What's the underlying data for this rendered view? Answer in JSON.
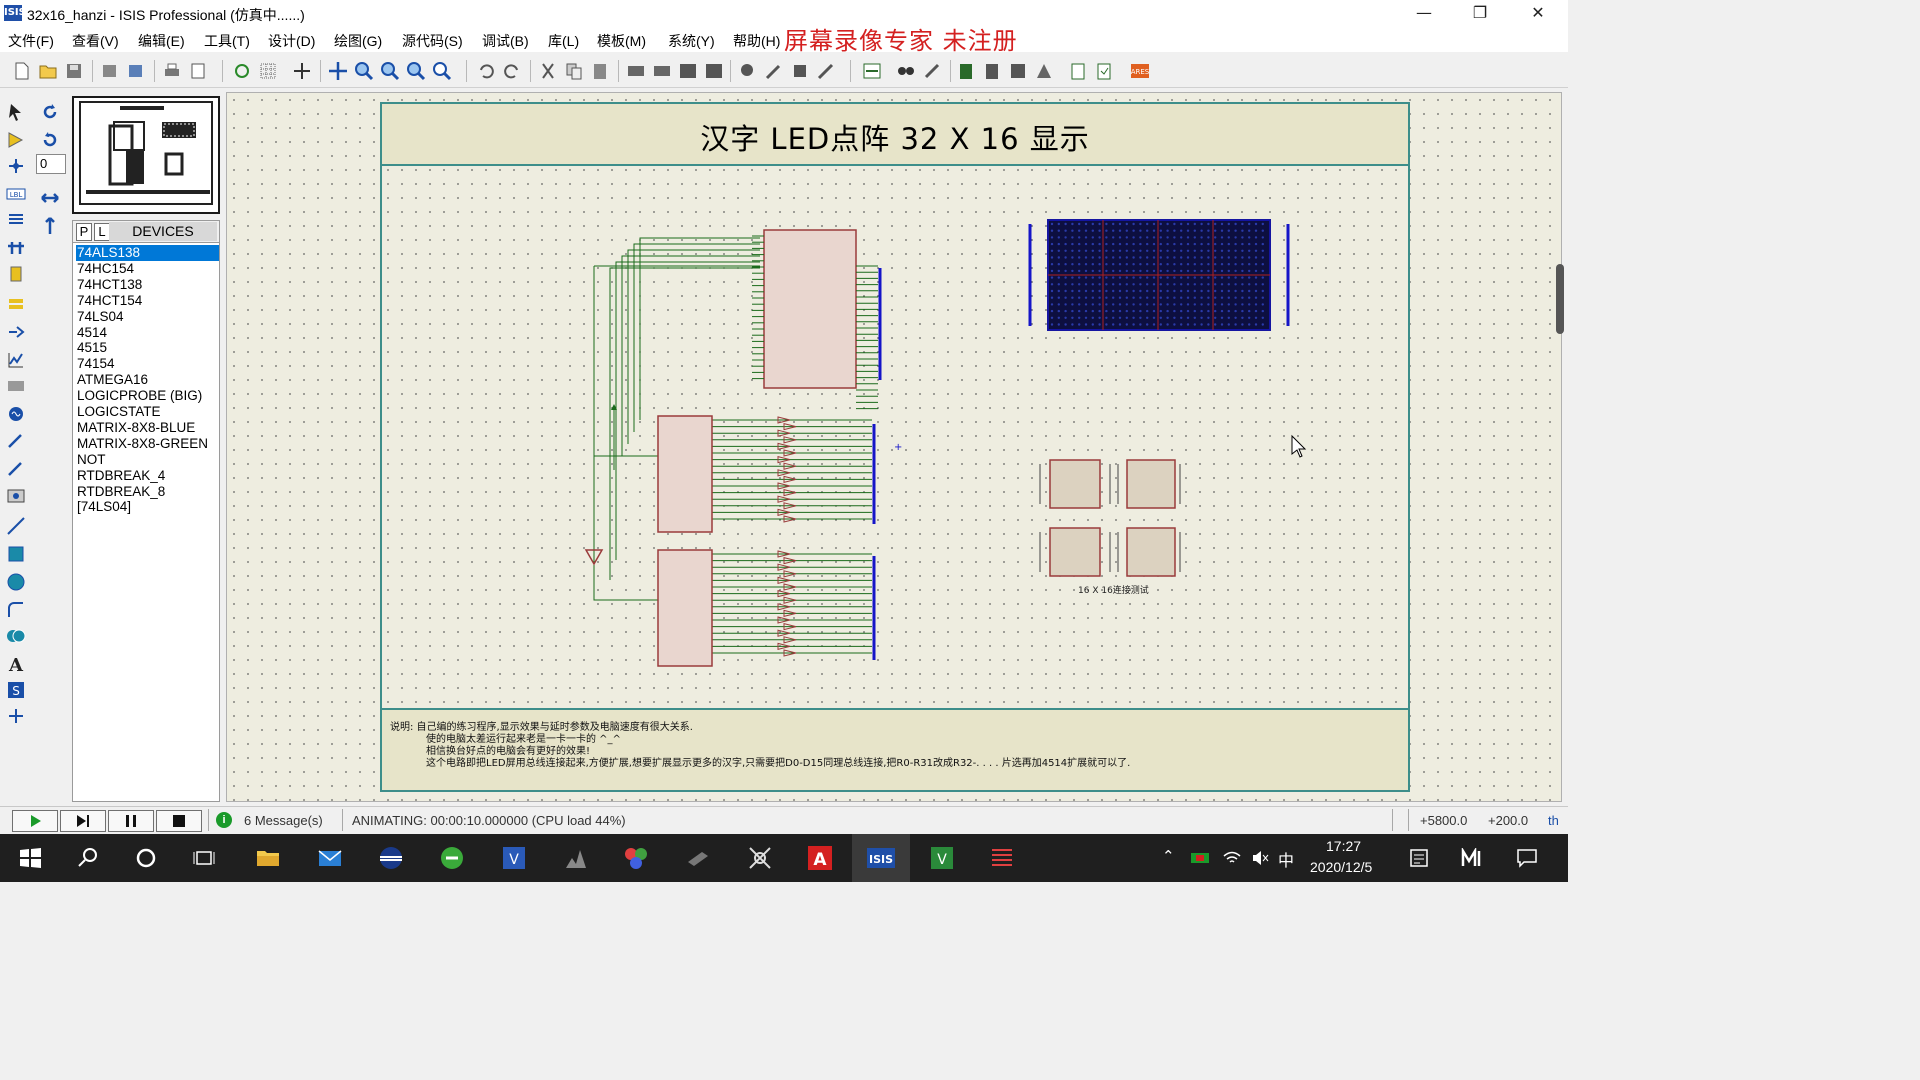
{
  "window": {
    "title": "32x16_hanzi - ISIS Professional (仿真中......)",
    "app_icon_label": "ISIS",
    "controls": {
      "minimize": "—",
      "maximize": "❐",
      "close": "✕"
    }
  },
  "menu": {
    "items": [
      "文件(F)",
      "查看(V)",
      "编辑(E)",
      "工具(T)",
      "设计(D)",
      "绘图(G)",
      "源代码(S)",
      "调试(B)",
      "库(L)",
      "模板(M)",
      "系统(Y)",
      "帮助(H)"
    ],
    "watermark": "屏幕录像专家  未注册"
  },
  "device_panel": {
    "tab_p": "P",
    "tab_l": "L",
    "title": "DEVICES",
    "items": [
      "74ALS138",
      "74HC154",
      "74HCT138",
      "74HCT154",
      "74LS04",
      "4514",
      "4515",
      "74154",
      "ATMEGA16",
      "LOGICPROBE (BIG)",
      "LOGICSTATE",
      "MATRIX-8X8-BLUE",
      "MATRIX-8X8-GREEN",
      "NOT",
      "RTDBREAK_4",
      "RTDBREAK_8",
      "[74LS04]"
    ],
    "selected_index": 0
  },
  "rotation_field": "0",
  "schematic": {
    "title": "汉字 LED点阵 32 X 16 显示",
    "matrix_caption": "16 X 16连接测试",
    "notes": [
      "说明:   自己编的练习程序,显示效果与延时参数及电脑速度有很大关系.",
      "使的电脑太差运行起来老是一卡一卡的         ^_^",
      "相信换台好点的电脑会有更好的效果!",
      "这个电路即把LED屏用总线连接起来,方便扩展,想要扩展显示更多的汉字,只需要把D0-D15同理总线连接,把R0-R31改成R32-. . . .  片选再加4514扩展就可以了."
    ]
  },
  "status": {
    "message_icon": "i",
    "messages": "6 Message(s)",
    "animating": "ANIMATING: 00:00:10.000000 (CPU load 44%)",
    "coord_x": "+5800.0",
    "coord_y": "+200.0",
    "units": "th"
  },
  "taskbar": {
    "time": "17:27",
    "date": "2020/12/5",
    "ime": "中",
    "apps": [
      "file-explorer",
      "mail",
      "browser",
      "ie",
      "visual-studio",
      "keil",
      "paint",
      "book",
      "network-tool",
      "acrobat",
      "isis",
      "vs-green",
      "ares"
    ]
  },
  "colors": {
    "sheet_border": "#3d8e8a",
    "sheet_band": "#e7e4c9",
    "chip_fill": "#e9d6cf",
    "chip_border": "#9a3b3b",
    "bus_blue": "#1515c8",
    "wire_green": "#1a6a1a",
    "led_bg": "#0d0f40",
    "watermark": "#d42020"
  }
}
